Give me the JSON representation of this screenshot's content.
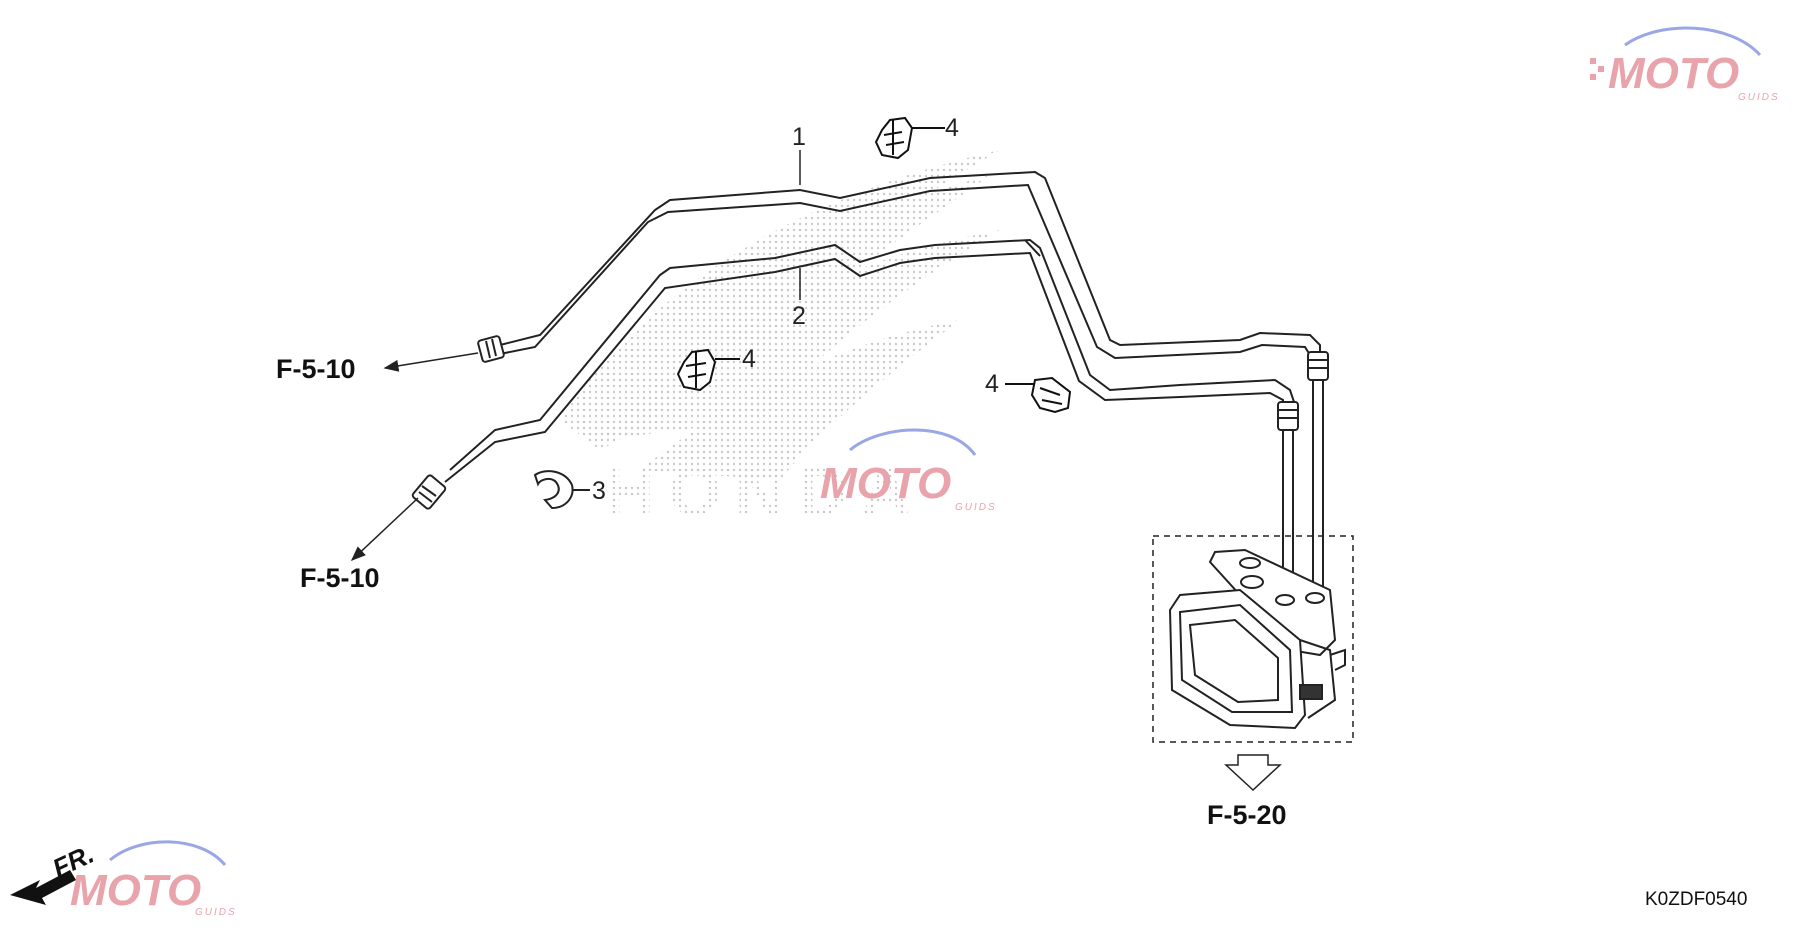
{
  "part_labels": {
    "brake_pipe_1": "1",
    "brake_pipe_2": "2",
    "clamp_3": "3",
    "clip_4_top": "4",
    "clip_4_mid": "4",
    "clip_4_right": "4"
  },
  "references": {
    "upper_left": "F-5-10",
    "lower_left": "F-5-10",
    "abs_module": "F-5-20"
  },
  "diagram_code": "K0ZDF0540",
  "front_indicator": "FR.",
  "watermark": {
    "brand": "MOTO",
    "sub": "GUIDS",
    "background_logo": "HONDA"
  },
  "colors": {
    "line": "#222222",
    "watermark_red": "#e8a3ab",
    "watermark_blue": "#9aa7e6",
    "dots": "#bdbdbd"
  }
}
